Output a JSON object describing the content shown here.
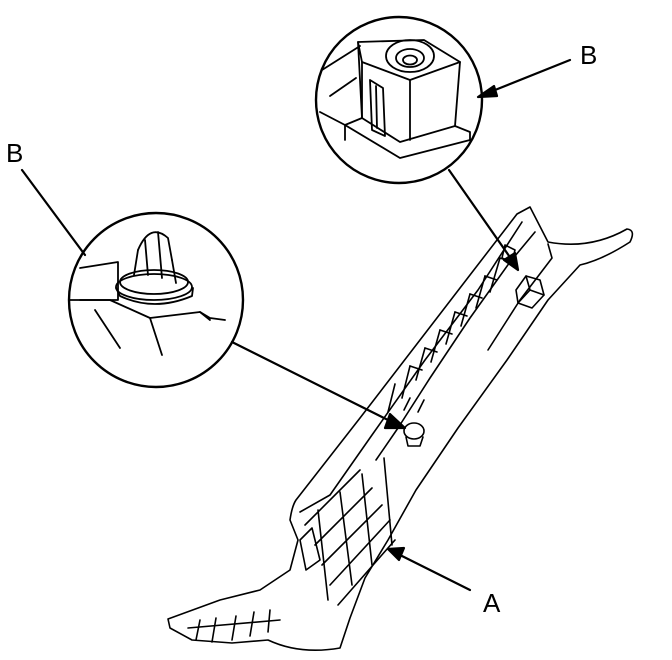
{
  "labels": {
    "a": "A",
    "b_top": "B",
    "b_left": "B"
  },
  "colors": {
    "line": "#000000",
    "background": "#ffffff"
  }
}
